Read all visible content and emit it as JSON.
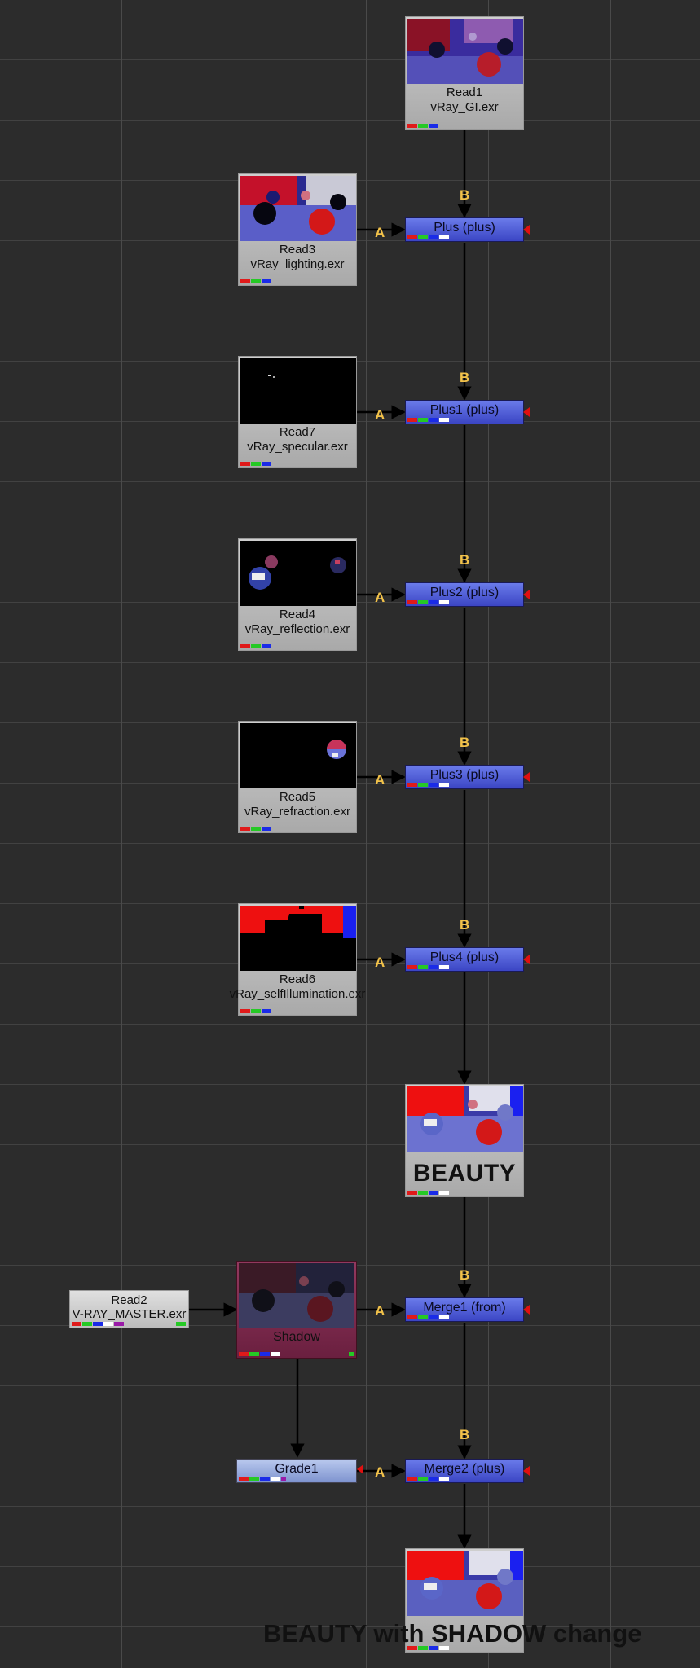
{
  "node_graph": {
    "nodes": {
      "read1": {
        "name": "Read1",
        "file": "vRay_GI.exr"
      },
      "read3": {
        "name": "Read3",
        "file": "vRay_lighting.exr"
      },
      "read7": {
        "name": "Read7",
        "file": "vRay_specular.exr"
      },
      "read4": {
        "name": "Read4",
        "file": "vRay_reflection.exr"
      },
      "read5": {
        "name": "Read5",
        "file": "vRay_refraction.exr"
      },
      "read6": {
        "name": "Read6",
        "file": "vRay_selfIllumination.exr"
      },
      "read2": {
        "name": "Read2",
        "file": "V-RAY_MASTER.exr"
      },
      "plus": {
        "label": "Plus (plus)"
      },
      "plus1": {
        "label": "Plus1 (plus)"
      },
      "plus2": {
        "label": "Plus2 (plus)"
      },
      "plus3": {
        "label": "Plus3 (plus)"
      },
      "plus4": {
        "label": "Plus4 (plus)"
      },
      "beauty": {
        "label": "BEAUTY"
      },
      "shadow": {
        "label": "Shadow"
      },
      "merge1": {
        "label": "Merge1 (from)"
      },
      "grade1": {
        "label": "Grade1"
      },
      "merge2": {
        "label": "Merge2 (plus)"
      },
      "final": {
        "label": "BEAUTY with SHADOW change"
      }
    },
    "input_labels": {
      "a": "A",
      "b": "B"
    },
    "colors": {
      "merge_blue": "#4a56d8",
      "grade_blue": "#9aaee2",
      "shadow_magenta": "#7e2b4f",
      "input_label": "#f2c24a",
      "mask_arrow": "#e01010",
      "channel_red": "#e01a1a",
      "channel_green": "#25c925",
      "channel_blue": "#1a2be8",
      "channel_white": "#ffffff",
      "channel_purple": "#9a1aa8"
    }
  }
}
